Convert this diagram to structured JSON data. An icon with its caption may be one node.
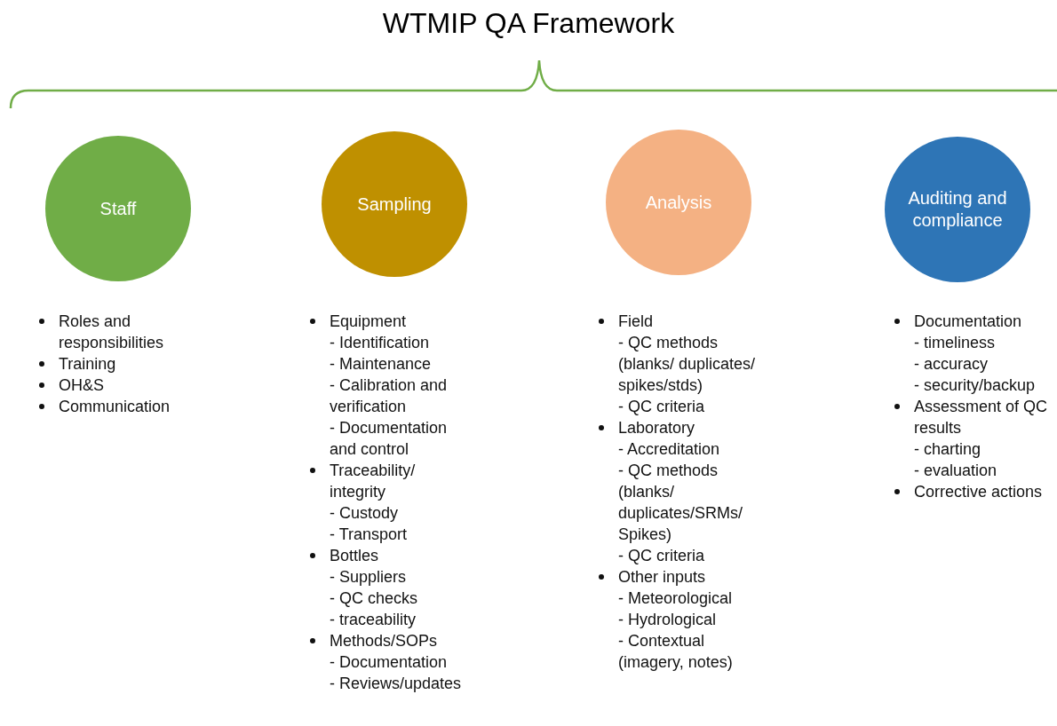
{
  "diagram": {
    "title": "WTMIP QA Framework",
    "nodes": [
      {
        "text": [
          "Staff"
        ],
        "beside": [
          "Roles and responsibilities",
          "Training",
          "OH&S",
          "Communication"
        ]
      },
      {
        "text": [
          "Sampling"
        ],
        "beside": [
          "Equipment - Identification - Maintenance - Calibration and verification - Documentation and control",
          "Traceability/ integrity - Custody - Transport",
          "Bottles - Suppliers - QC checks - traceability",
          "Methods/SOPs - Documentation - Reviews/updates"
        ]
      },
      {
        "text": [
          "Analysis"
        ],
        "beside": [
          "Field - QC methods (blanks/ duplicates/ spikes/stds) - QC criteria",
          "Laboratory - Accreditation - QC methods (blanks/ duplicates/SRMs/ Spikes) - QC criteria",
          "Other inputs - Meteorological - Hydrological - Contextual (imagery, notes)"
        ]
      },
      {
        "text": [
          "Auditing and compliance"
        ],
        "beside": [
          "Documentation - timeliness - accuracy - security/backup",
          "Assessment of QC results - charting - evaluation",
          "Corrective actions"
        ]
      }
    ],
    "edges": []
  }
}
